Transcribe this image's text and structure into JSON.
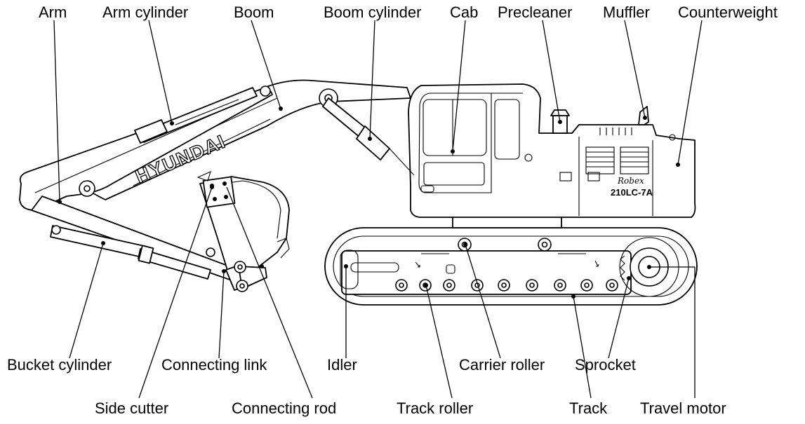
{
  "labels": {
    "arm": "Arm",
    "arm_cylinder": "Arm cylinder",
    "boom": "Boom",
    "boom_cylinder": "Boom cylinder",
    "cab": "Cab",
    "precleaner": "Precleaner",
    "muffler": "Muffler",
    "counterweight": "Counterweight",
    "bucket_cylinder": "Bucket cylinder",
    "connecting_link": "Connecting link",
    "idler": "Idler",
    "carrier_roller": "Carrier roller",
    "sprocket": "Sprocket",
    "side_cutter": "Side cutter",
    "connecting_rod": "Connecting rod",
    "track_roller": "Track roller",
    "track": "Track",
    "travel_motor": "Travel motor"
  },
  "machine": {
    "brand": "HYUNDAI",
    "series": "Robex",
    "model": "210LC-7A"
  }
}
